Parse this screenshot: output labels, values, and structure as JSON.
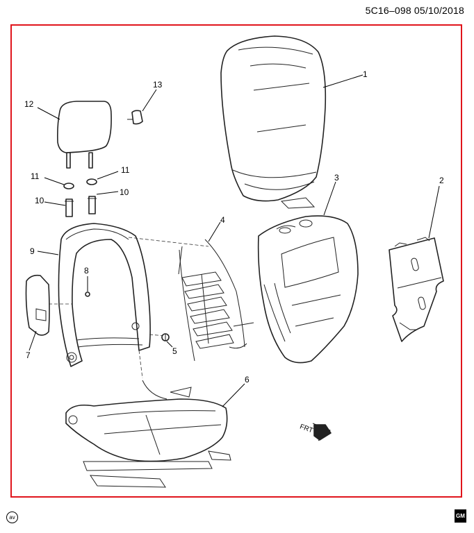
{
  "document_id": "5C16–098  05/10/2018",
  "frame_color": "#e0141b",
  "callouts": {
    "c1": "1",
    "c2": "2",
    "c3": "3",
    "c4": "4",
    "c5": "5",
    "c6": "6",
    "c7": "7",
    "c8": "8",
    "c9": "9",
    "c10a": "10",
    "c10b": "10",
    "c11a": "11",
    "c11b": "11",
    "c12": "12",
    "c13": "13"
  },
  "direction_label": "FRT",
  "corner_marks": {
    "left": "av",
    "right": "GM"
  }
}
